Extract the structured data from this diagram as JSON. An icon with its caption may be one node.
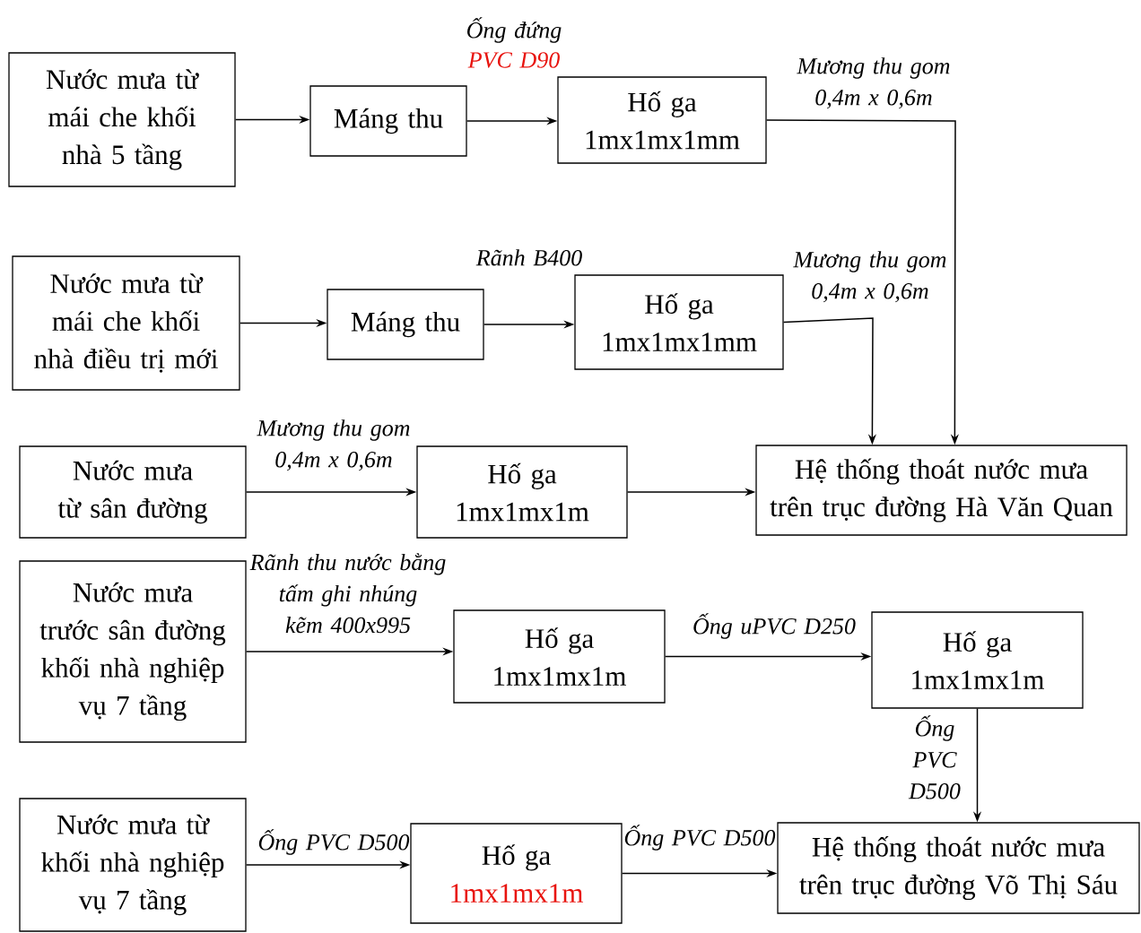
{
  "diagram": {
    "nodes": [
      {
        "text": [
          "Nước mưa từ mái che khối nhà 5 tầng"
        ]
      },
      {
        "text": [
          "Máng thu"
        ]
      },
      {
        "text": [
          "Hố ga",
          "1mx1mx1mm"
        ]
      },
      {
        "text": [
          "Nước mưa từ mái che khối nhà điều trị mới"
        ]
      },
      {
        "text": [
          "Máng thu"
        ]
      },
      {
        "text": [
          "Hố ga",
          "1mx1mx1mm"
        ]
      },
      {
        "text": [
          "Nước mưa từ sân đường"
        ]
      },
      {
        "text": [
          "Hố ga",
          "1mx1mx1m"
        ]
      },
      {
        "text": [
          "Hệ thống thoát nước mưa trên trục đường Hà Văn Quan"
        ]
      },
      {
        "text": [
          "Nước mưa trước sân đường khối nhà nghiệp vụ 7 tầng"
        ]
      },
      {
        "text": [
          "Hố ga",
          "1mx1mx1m"
        ]
      },
      {
        "text": [
          "Hố ga",
          "1mx1mx1m"
        ]
      },
      {
        "text": [
          "Nước mưa từ khối nhà nghiệp vụ 7 tầng"
        ]
      },
      {
        "text": [
          "Hố ga",
          "1mx1mx1m"
        ]
      },
      {
        "text": [
          "Hệ thống thoát nước mưa trên trục đường Võ Thị Sáu"
        ]
      }
    ],
    "edges": [
      {
        "from": 0,
        "to": 1,
        "arrow": "to"
      },
      {
        "from": 1,
        "to": 2,
        "arrow": "to",
        "label": "Ống đứng"
      },
      {
        "from": 2,
        "to": 8,
        "arrow": "to",
        "label": "Mương thu gom 0,4m x 0,6m"
      },
      {
        "from": 3,
        "to": 4,
        "arrow": "to"
      },
      {
        "from": 4,
        "to": 5,
        "arrow": "to",
        "label": "Rãnh B400"
      },
      {
        "from": 5,
        "to": 8,
        "arrow": "to",
        "label": "Mương thu gom 0,4m x 0,6m"
      },
      {
        "from": 6,
        "to": 7,
        "arrow": "to",
        "label": "Mương thu gom 0,4m x 0,6m"
      },
      {
        "from": 7,
        "to": 8,
        "arrow": "to"
      },
      {
        "from": 9,
        "to": 10,
        "arrow": "to",
        "label": "Rãnh thu nước bằng tấm ghi nhúng kẽm 400x995"
      },
      {
        "from": 10,
        "to": 11,
        "arrow": "to",
        "label": "Ống uPVC D250"
      },
      {
        "from": 11,
        "to": 14,
        "arrow": "to",
        "label": "Ống PVC D500"
      },
      {
        "from": 12,
        "to": 13,
        "arrow": "to",
        "label": "Ống PVC D500"
      },
      {
        "from": 13,
        "to": 14,
        "arrow": "to",
        "label": "Ống PVC D500"
      }
    ],
    "labels": [
      "PVC D90"
    ]
  }
}
